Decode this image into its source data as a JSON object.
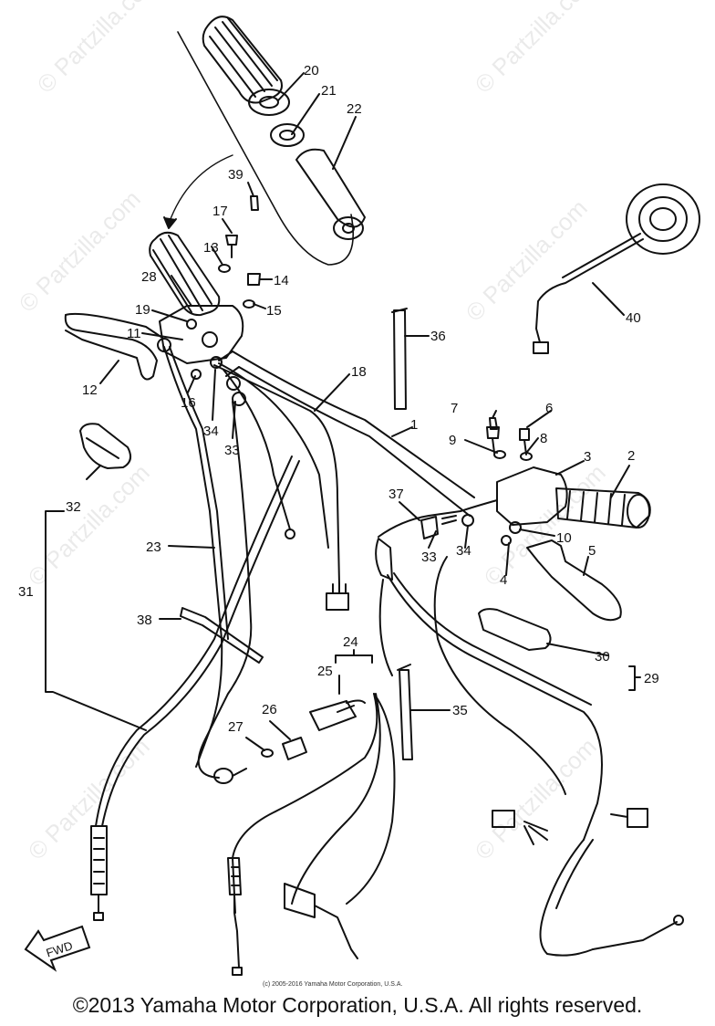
{
  "watermark": "© Partzilla.com",
  "fwd_label": "FWD",
  "small_copyright": "(c) 2005-2016 Yamaha Motor Corporation, U.S.A.",
  "footer": "©2013 Yamaha Motor Corporation, U.S.A. All rights reserved.",
  "labels": {
    "p1": "1",
    "p2": "2",
    "p3": "3",
    "p4": "4",
    "p5": "5",
    "p6": "6",
    "p7": "7",
    "p8": "8",
    "p9": "9",
    "p10": "10",
    "p11": "11",
    "p12": "12",
    "p13": "13",
    "p14": "14",
    "p15": "15",
    "p16": "16",
    "p17": "17",
    "p18": "18",
    "p19": "19",
    "p20": "20",
    "p21": "21",
    "p22": "22",
    "p23": "23",
    "p24": "24",
    "p25": "25",
    "p26": "26",
    "p27": "27",
    "p28": "28",
    "p29": "29",
    "p30": "30",
    "p31": "31",
    "p32": "32",
    "p33a": "33",
    "p33b": "33",
    "p34a": "34",
    "p34b": "34",
    "p35": "35",
    "p36": "36",
    "p37": "37",
    "p38": "38",
    "p39": "39",
    "p40": "40"
  }
}
